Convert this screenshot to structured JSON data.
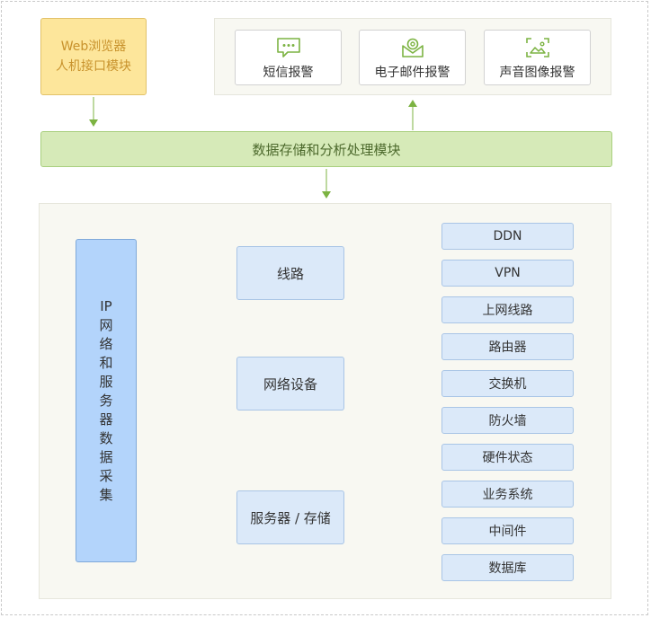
{
  "web_module": {
    "line1": "Web浏览器",
    "line2": "人机接口模块"
  },
  "alarms": [
    {
      "label": "短信报警",
      "icon": "sms-icon"
    },
    {
      "label": "电子邮件报警",
      "icon": "email-icon"
    },
    {
      "label": "声音图像报警",
      "icon": "image-icon"
    }
  ],
  "storage_module": {
    "label": "数据存储和分析处理模块"
  },
  "collection": {
    "chars": [
      "IP",
      "网",
      "络",
      "和",
      "服",
      "务",
      "器",
      "数",
      "据",
      "采",
      "集"
    ]
  },
  "categories": [
    {
      "label": "线路",
      "items": [
        "DDN",
        "VPN",
        "上网线路"
      ]
    },
    {
      "label": "网络设备",
      "items": [
        "路由器",
        "交换机",
        "防火墙"
      ]
    },
    {
      "label": "服务器 / 存储",
      "items": [
        "硬件状态",
        "业务系统",
        "中间件",
        "数据库"
      ]
    }
  ],
  "colors": {
    "web_module": "#fde69b",
    "storage_module": "#d6eab8",
    "collection": "#b3d4fb",
    "node": "#dbe9f9",
    "arrow": "#7cb342"
  }
}
